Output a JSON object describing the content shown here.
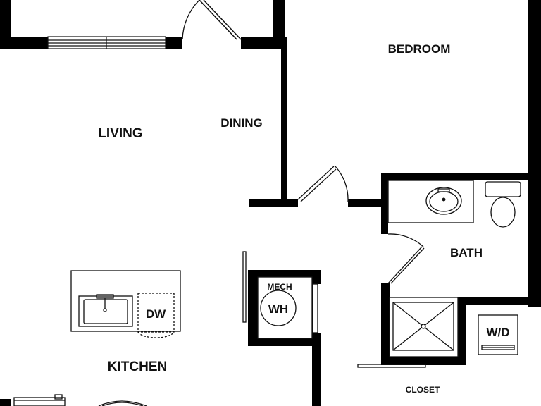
{
  "rooms": {
    "bedroom": "BEDROOM",
    "living": "LIVING",
    "dining": "DINING",
    "bath": "BATH",
    "kitchen": "KITCHEN",
    "closet": "CLOSET"
  },
  "fixtures": {
    "mech": "MECH",
    "water_heater": "WH",
    "dishwasher": "DW",
    "washer_dryer": "W/D"
  },
  "colors": {
    "wall": "#000000",
    "line": "#111111",
    "background": "#ffffff"
  }
}
